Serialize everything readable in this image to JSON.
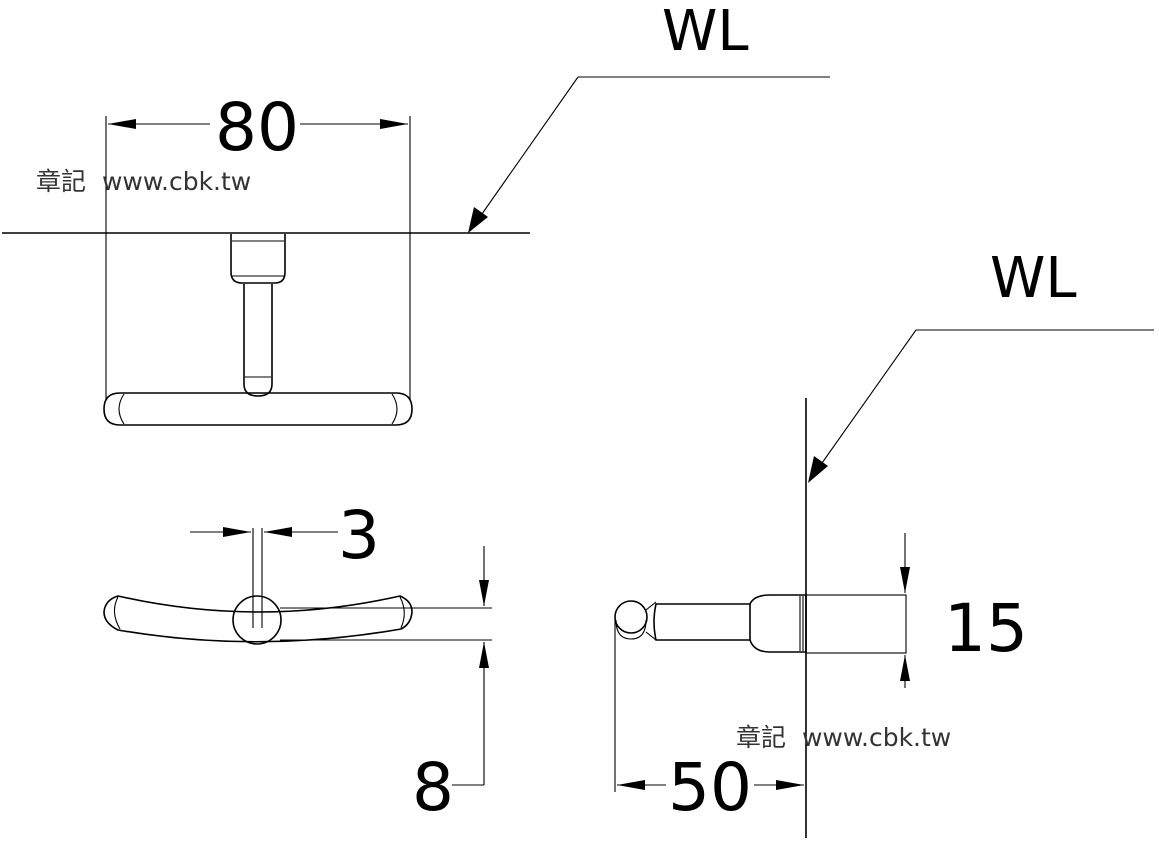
{
  "labels": {
    "water_line_top": "WL",
    "water_line_side": "WL",
    "width_dim": "80",
    "pin_dim": "3",
    "offset_dim": "8",
    "height_dim": "15",
    "depth_dim": "50"
  },
  "watermark": {
    "prefix": "章記",
    "url": "www.cbk.tw"
  }
}
